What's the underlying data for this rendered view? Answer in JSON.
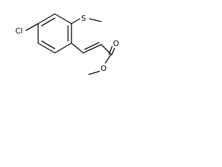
{
  "molecule": {
    "atoms": {
      "chlorine": "Cl",
      "sulfur": "S",
      "carbonyl_oxygen": "O",
      "ester_oxygen": "O"
    }
  },
  "colors": {
    "bond": "#000000",
    "label": "#000000",
    "background": "#ffffff"
  }
}
